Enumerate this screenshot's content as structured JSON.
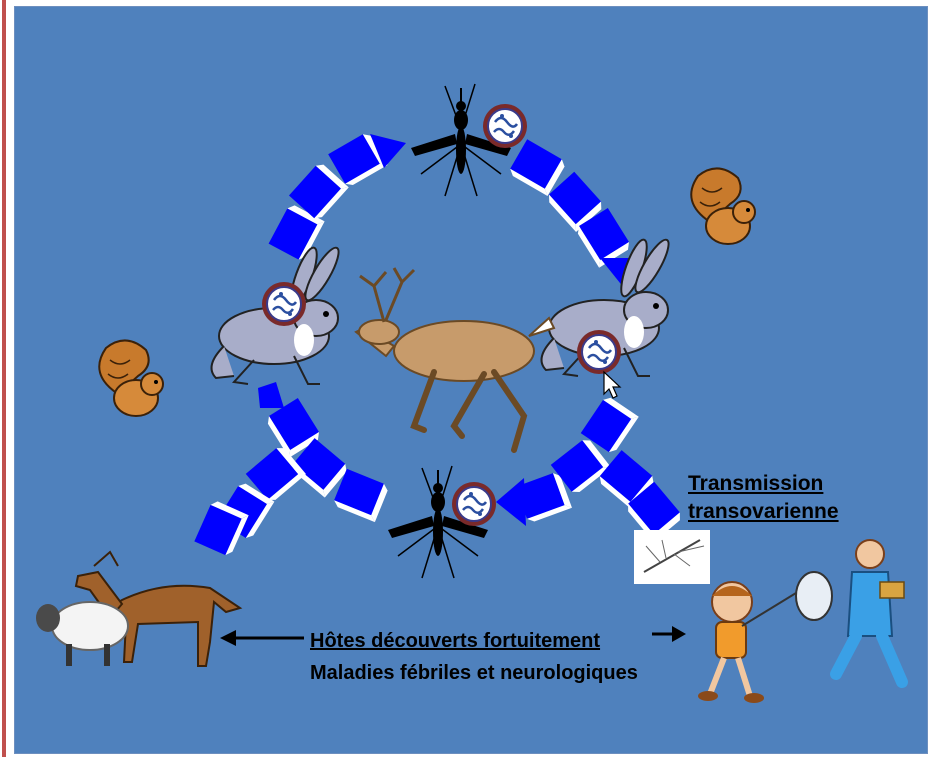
{
  "labels": {
    "transmission_line1": "Transmission",
    "transmission_line2": "transovarienne",
    "hosts": "Hôtes découverts fortuitement",
    "diseases": "Maladies fébriles et neurologiques"
  },
  "colors": {
    "background": "#4f81bd",
    "arrow_block": "#0000ff",
    "rabbit": "#a8adc9",
    "deer": "#c79b6b",
    "horse": "#a0612b",
    "squirrel": "#c87a2c"
  },
  "icons": [
    "mosquito-icon",
    "virus-icon",
    "rabbit-icon",
    "deer-icon",
    "squirrel-icon",
    "horse-icon",
    "sheep-icon",
    "boy-with-net-icon",
    "man-with-book-icon",
    "cursor-icon"
  ]
}
